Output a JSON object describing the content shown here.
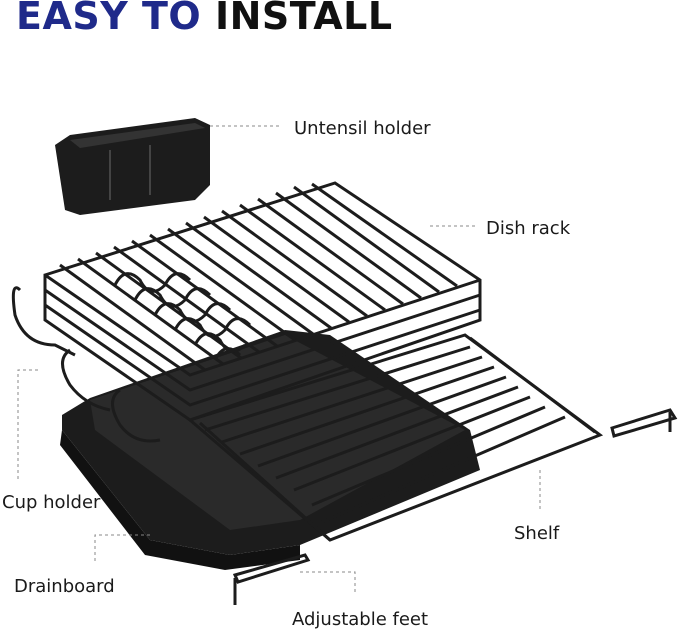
{
  "headline": {
    "accent": "EASY TO",
    "rest": "INSTALL"
  },
  "callouts": {
    "utensil_holder": "Untensil holder",
    "dish_rack": "Dish rack",
    "cup_holder": "Cup holder",
    "shelf": "Shelf",
    "drainboard": "Drainboard",
    "adjustable_feet": "Adjustable feet"
  },
  "colors": {
    "accent": "#1f2a8a",
    "product": "#1c1c1c",
    "leader": "#888888"
  }
}
